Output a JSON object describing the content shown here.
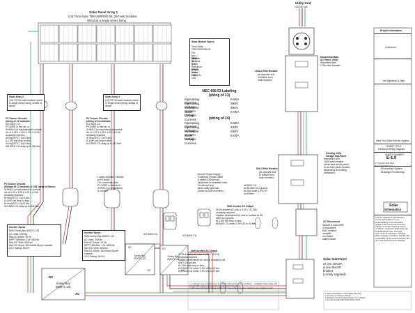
{
  "array1": {
    "title": "Solar Panel Array 1",
    "line2": "(14) Trina Solar TSM-260PD05.08, 260 watt modules",
    "line3": "Wired as a single series string."
  },
  "module_specs": {
    "title": "Solar Module Specs:",
    "make": "Trina Solar",
    "model": "TSM-260PD05.08",
    "lines": [
      "Pm:   = 260W",
      "Voc:   = 38.2Vdc",
      "Vpm:  = 30.6Vdc",
      "Isc:   = 9.00A",
      "Ipm:  = 8.50A",
      "Tolerance: 0~/+3w",
      "Max Volts: 1000Vdc",
      "Series Fuse: 15A"
    ]
  },
  "array2": {
    "title": "Solar Array 2",
    "body": "(13) TS 260 watt modules wired in single series string, similar to above"
  },
  "array3": {
    "title": "Solar Array 3",
    "body": "(13) TS 260 watt modules wired in single series string, similar to above"
  },
  "nec13": {
    "title": "NEC 690.53 Labeling\n(string of 13)",
    "rows": [
      [
        "Operating Current:",
        "8.50A"
      ],
      [
        "Operating Voltage:",
        "398V"
      ],
      [
        "Maximum System Voltage:",
        "496V"
      ],
      [
        "Short Circuit Current:",
        "9.00A"
      ]
    ]
  },
  "nec14": {
    "title": "(string of 14)",
    "rows": [
      [
        "Operating Current:",
        "8.50A"
      ],
      [
        "Operating Voltage:",
        "428V"
      ],
      [
        "Maximum System Voltage:",
        "530V"
      ],
      [
        "Short Circuit Current:",
        "9.00A"
      ]
    ]
  },
  "pv_source_1": {
    "title": "PV Source Circuits\n(string of 14 modules:",
    "body": "#12 AWG CU\nPV WIRE in free air, or\nXHHW-2 (or equivalent) in conduit.\nIsc of 9.00 x 1.25 x 1.25 = 14.0A\nampacity required.\nAt Imp(30°C), 1x(OI.6A),\n& 1.5% volt drop or less,\nAt Imp(30°C), 1x(OI.6A),\n#12 AWG CU okay up to 180 feet."
  },
  "pv_source_2": {
    "title": "PV Source Circuits\n(string of 13 modules:",
    "body": "#12 AWG CU\nPV WIRE in free air, or\nXHHW-2 (or equivalent) in conduit.\nIsc of 9.00 x 1.25 x 1.25 = 14.0A\nampacity required.\nAt Imp(30°C), 1x(OI.6A),\n& 1.5% volt drop or less,\n#12 AWG CU okay up to 167 feet."
  },
  "pv_source_3": {
    "title": "PV Source Circuits\n(Strings of 13 modules @ 326' array to House:",
    "body": "XHHW-2 (or equivalent) in conduit.\nIsc of 9.00 x 1.25 x 1.25 = 14.0A\nampacity required.\nAt Imp(30°C), 1x(OI.6A),\n& 1.5% volt drop or less,\nAt Imp(30°C), 1x(OI.6A),\n#10 AWG CU okay up to 306 feet."
  },
  "jbox_note": {
    "body": "Locally supplied J-Boxes\nat PV array.\nFor conversion from\nPV WIRE in free air to\nXHHW-2 (or equivalent)\nin conduit."
  },
  "inverter1": {
    "title": "Inverter Specs",
    "model": "5000 Sunny Boy 5000TL-US",
    "lines": [
      "AC Volts: 240Vac",
      "Max AC Amps: 25.0A",
      "MPPT Window: 175~480Vdc",
      "Max DC Volts: 600Vdc",
      "Max DC Amps: 18A total/15A per channel",
      "CEC Rating: 96.5%"
    ],
    "body": "DC Volts: 240Vac\nMax AC Amps: 25.0A\nMPPT Window: 210~480Vdc\nMax DC Volts: 600Vdc\nMax DC Amps: 30A total/15A per channel\nCEC Rating: 96.5%"
  },
  "inverter2": {
    "title": "Inverter Specs:",
    "model": "SMA Sunny Boy 3000TL-US",
    "body": "AC Volts: 240Vac\nMax AC Amps: 15.0A\nMPPT Window: 175~480Vdc\nMax DC Volts: 600Vdc\nMax DC Amps: 18A total/15A per channel\nCEC Rating: 96.5%"
  },
  "sunny_boy_a": {
    "dc": "DC",
    "name": "Sunny Boy\n3000TL-US",
    "ac": "AC"
  },
  "sunny_boy_b": {
    "dc": "DC",
    "name": "Sunny Boy\n3000TL-US",
    "ac": "AC"
  },
  "sunny_boy_c": {
    "dc": "DC",
    "name": "Sunny Boy\n5000TL-US",
    "ac": "AC"
  },
  "secure_power": {
    "body": "Secure Power Supply\n(Optional) 120vac outlet\n& switch 1500w max,\ndepended on available solar.\nFunctional only\nwhen utility grid fails.\n(same on both inverters.)"
  },
  "awg_14": "#14 AWG CU",
  "awg_12a": "#12 AWG CU",
  "inv_3kw_output": {
    "title": "3kW Inverter AC Output",
    "body": "15.0A Inverter AC max x 1.25 = 18.75A\nampacity required.\nInstaller-determined AC wire in conduit w/ #8\nAWG CU ground.\nAt 1.5% volt drop or less:\n#10 AWG CU under 1.5% VD to 45 feet.\n#12 AWG CU under 1.5% VD to 45 feet."
  },
  "inv_5kw_output": {
    "title": "5kW Inverter AC Output",
    "body": "25.0A Inverter AC max x 1.25 = 31.25A\nampacity required.\nInstaller-determined AC wire in conduit w/ #8\nAWG CU ground.\nAt 1.5% volt drop or less:\n#8 AWG CU under 1.5% VD to 44 feet."
  },
  "awg_8": {
    "body": "#8 AWG CU\nw/ #8 AWG CU ground.\nAt 50A under 1.5% VD\nto 46 feet."
  },
  "utility_grid": {
    "title": "Utility Grid",
    "sub": "120/240 vac"
  },
  "main_panel": {
    "title": "Household Main\nAC Panel: 200A",
    "body": "Retrofitted with\n175A main breaker."
  },
  "breaker_100": {
    "title": "100A 2-Pole Breaker",
    "body": "(at opposite end\nof busbar from\nmain breaker)"
  },
  "garage_panel": {
    "title": "Existing 125A\nGarage Sub-Panel",
    "body": "Retrofitted with\n100A main breaker\n(other fans at sub-panel,\nor as main panel breaker,\ndepending on existing\nhardware.)"
  },
  "breaker_50": {
    "title": "50A 2-Pole Breaker",
    "body": "(at opposite end\nof busbar from\nmain breaker)"
  },
  "ac_disconnect": {
    "title": "AC Disconnect",
    "body": "Square D DU222RB\nor equivalent\n60A, unfused,\nlockable\nnon-fused\nsafety switch"
  },
  "sub_panel": {
    "title": "Solar Sub-Panel",
    "body": "w/ one 20A/2P,\n& one 35A/2P\nbreaker,\n(Locally supplied)"
  },
  "title_block": {
    "project_info": "Project Information",
    "contractor": "Contractor",
    "designer": "Job Signature & Date",
    "sheet_title": "Ideal Tool Solar Electric System",
    "sheet_label": "SHEET TITLE",
    "drawing": "Electrical Wiring Diagram",
    "sheet_no_label": "SHEET NUMBER",
    "sheet_no": "E-1.0",
    "copyright": "© Copyright 2014 Solar Schematics/Paciencia",
    "company1": "Photovoltaic System",
    "company2": "Drawings Provided By:",
    "logo_top": "Solar",
    "logo_bottom": "Schematics",
    "disclaimer": "This line diagram is provided as a service and is based on our understanding of the information supplied and current requirements. Subject to revision based on actual conditions. Contractor shall verify with local Electrical Code, and local governmental authorities, including utility company. Contractor shall be fully responsible for the correct selection and use of all equipment and materials."
  },
  "footer_notes": {
    "left": "1. Conductor sizes provided herein are installer determined per site conditions ... Installation shall comply with all applicable codes and equipment manufacturer's instructions.\n2. Wire sizes indicated are based on NEC 2011 temp ratings and are for reference only. Installer to verify.",
    "right": "1. Recommendations 1.5% voltage drop from...\n2. PV Array to storage controller.\n3. Modules running compared based on conductor.\n4. For the provided NEC 2014 Table 310.15."
  },
  "colors": {
    "red": "#e01b1b",
    "green": "#1a9a3a",
    "black": "#111111",
    "gray": "#888888"
  }
}
